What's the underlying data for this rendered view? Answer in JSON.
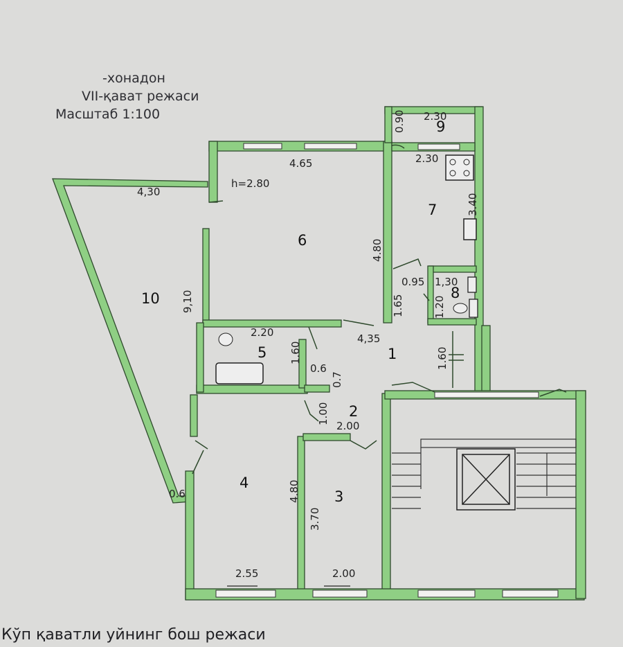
{
  "header": {
    "line1": "-хонадон",
    "line2": "VII-қават режаси",
    "line3": "Масштаб  1:100"
  },
  "footer": "Кўп қаватли уйнинг бош режаси",
  "rooms": {
    "r1": "1",
    "r2": "2",
    "r3": "3",
    "r4": "4",
    "r5": "5",
    "r6": "6",
    "r7": "7",
    "r8": "8",
    "r9": "9",
    "r10": "10"
  },
  "ceiling_height": "h=2.80",
  "dimensions": {
    "d_9_top": "2.30",
    "d_9_side": "0.90",
    "d_7_top": "2.30",
    "d_7_side": "3.40",
    "d_6_top": "4.65",
    "d_6_side": "4.80",
    "d_10_top": "4,30",
    "d_10_side": "9,10",
    "d_10_bottom": "0.6",
    "d_8_top": "1,30",
    "d_8_side": "1.20",
    "d_8_door": "0.95",
    "d_1_side": "1.65",
    "d_1_top": "4,35",
    "d_1_right": "1.60",
    "d_5_top": "2.20",
    "d_5_side": "1.60",
    "d_5_small": "0.6",
    "d_5_small_v": "0.7",
    "d_2_side": "1.00",
    "d_2_top": "2.00",
    "d_4_side": "4.80",
    "d_4_bottom": "2.55",
    "d_3_side": "3.70",
    "d_3_bottom": "2.00"
  }
}
